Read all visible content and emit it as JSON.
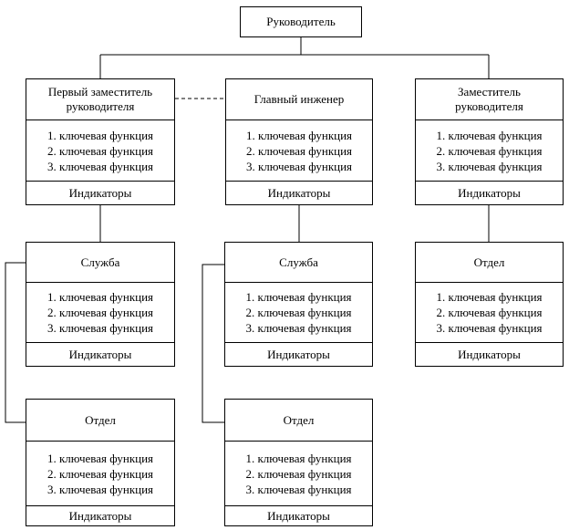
{
  "head": {
    "title": "Руководитель"
  },
  "units": [
    {
      "id": "first-deputy",
      "title": "Первый заместитель\nруководителя",
      "functions": [
        "1. ключевая функция",
        "2. ключевая функция",
        "3. ключевая функция"
      ],
      "indicators": "Индикаторы"
    },
    {
      "id": "chief-engineer",
      "title": "Главный инженер",
      "functions": [
        "1. ключевая функция",
        "2. ключевая функция",
        "3. ключевая функция"
      ],
      "indicators": "Индикаторы"
    },
    {
      "id": "deputy",
      "title": "Заместитель\nруководителя",
      "functions": [
        "1. ключевая функция",
        "2. ключевая функция",
        "3. ключевая функция"
      ],
      "indicators": "Индикаторы"
    },
    {
      "id": "service-1",
      "title": "Служба",
      "functions": [
        "1. ключевая функция",
        "2. ключевая функция",
        "3. ключевая функция"
      ],
      "indicators": "Индикаторы"
    },
    {
      "id": "service-2",
      "title": "Служба",
      "functions": [
        "1. ключевая функция",
        "2. ключевая функция",
        "3. ключевая функция"
      ],
      "indicators": "Индикаторы"
    },
    {
      "id": "department-3",
      "title": "Отдел",
      "functions": [
        "1. ключевая функция",
        "2. ключевая функция",
        "3. ключевая функция"
      ],
      "indicators": "Индикаторы"
    },
    {
      "id": "department-1",
      "title": "Отдел",
      "functions": [
        "1. ключевая функция",
        "2. ключевая функция",
        "3. ключевая функция"
      ],
      "indicators": "Индикаторы"
    },
    {
      "id": "department-2",
      "title": "Отдел",
      "functions": [
        "1. ключевая функция",
        "2. ключевая функция",
        "3. ключевая функция"
      ],
      "indicators": "Индикаторы"
    }
  ]
}
